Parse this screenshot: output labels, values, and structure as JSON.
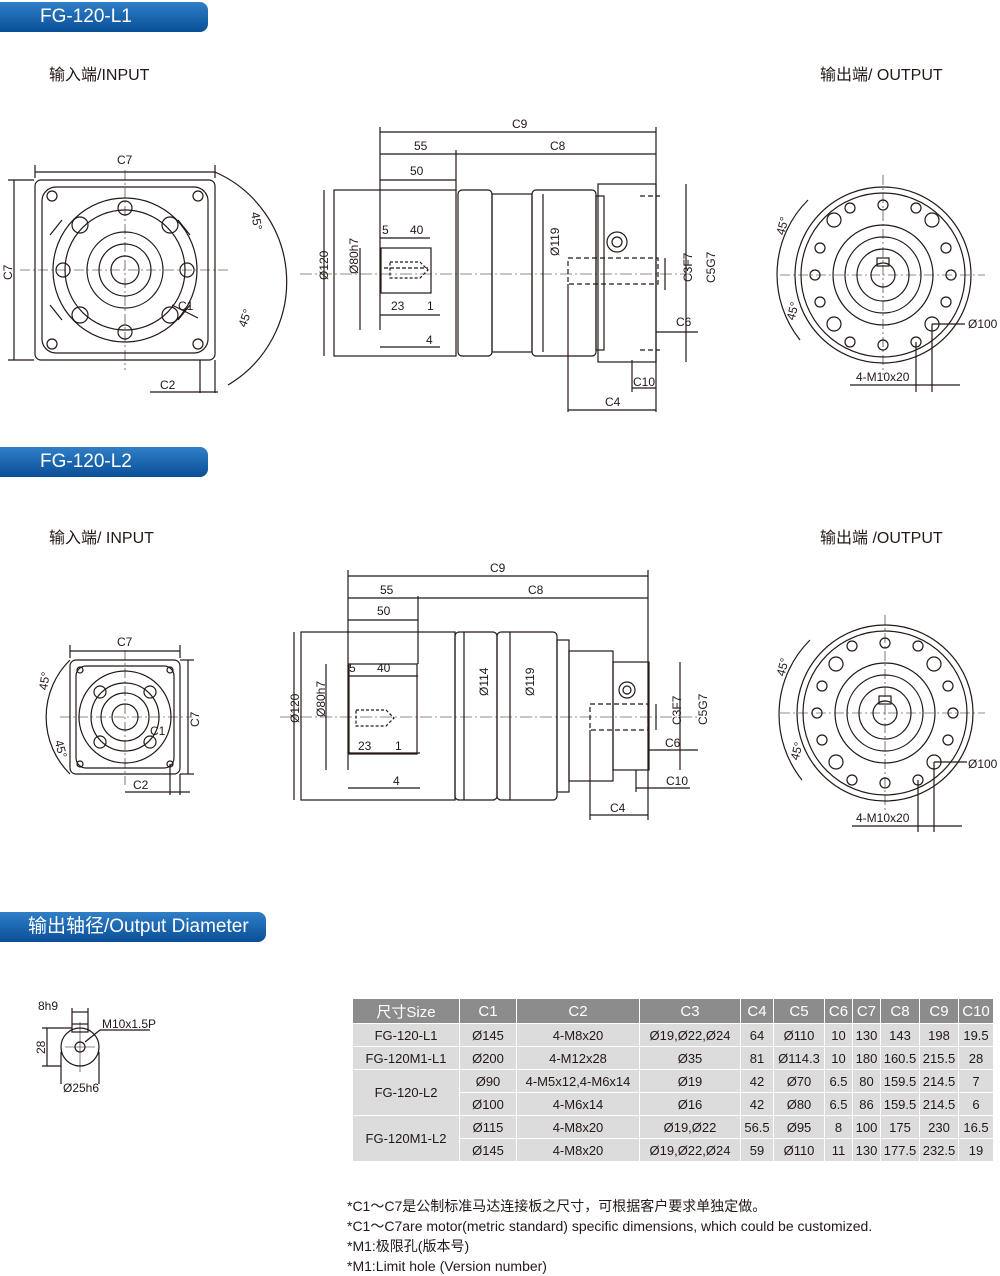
{
  "sections": {
    "l1_title": "FG-120-L1",
    "l2_title": "FG-120-L2",
    "output_title": "输出轴径/Output Diameter"
  },
  "views": {
    "l1_input": "输入端/INPUT",
    "l1_output": "输出端/ OUTPUT",
    "l2_input": "输入端/ INPUT",
    "l2_output": "输出端 /OUTPUT"
  },
  "dims": {
    "C1": "C1",
    "C2": "C2",
    "C3": "C3F7",
    "C4": "C4",
    "C5": "C5G7",
    "C6": "C6",
    "C7": "C7",
    "C8": "C8",
    "C9": "C9",
    "C10": "C10",
    "d55": "55",
    "d50": "50",
    "d40": "40",
    "d5": "5",
    "d23": "23",
    "d1": "1",
    "d4": "4",
    "dia120": "Ø120",
    "dia80": "Ø80h7",
    "dia119": "Ø119",
    "dia114": "Ø114",
    "dia100": "Ø100",
    "angle": "45°",
    "holes": "4-M10x20",
    "key_w": "8h9",
    "thread": "M10x1.5P",
    "key_h": "28",
    "shaft": "Ø25h6"
  },
  "table": {
    "headers": [
      "尺寸Size",
      "C1",
      "C2",
      "C3",
      "C4",
      "C5",
      "C6",
      "C7",
      "C8",
      "C9",
      "C10"
    ],
    "rows": [
      {
        "model": "FG-120-L1",
        "cells": [
          "Ø145",
          "4-M8x20",
          "Ø19,Ø22,Ø24",
          "64",
          "Ø110",
          "10",
          "130",
          "143",
          "198",
          "19.5"
        ]
      },
      {
        "model": "FG-120M1-L1",
        "cells": [
          "Ø200",
          "4-M12x28",
          "Ø35",
          "81",
          "Ø114.3",
          "10",
          "180",
          "160.5",
          "215.5",
          "28"
        ]
      },
      {
        "model": "FG-120-L2",
        "cells": [
          "Ø90",
          "4-M5x12,4-M6x14",
          "Ø19",
          "42",
          "Ø70",
          "6.5",
          "80",
          "159.5",
          "214.5",
          "7"
        ]
      },
      {
        "model": "",
        "cells": [
          "Ø100",
          "4-M6x14",
          "Ø16",
          "42",
          "Ø80",
          "6.5",
          "86",
          "159.5",
          "214.5",
          "6"
        ]
      },
      {
        "model": "FG-120M1-L2",
        "cells": [
          "Ø115",
          "4-M8x20",
          "Ø19,Ø22",
          "56.5",
          "Ø95",
          "8",
          "100",
          "175",
          "230",
          "16.5"
        ]
      },
      {
        "model": "",
        "cells": [
          "Ø145",
          "4-M8x20",
          "Ø19,Ø22,Ø24",
          "59",
          "Ø110",
          "11",
          "130",
          "177.5",
          "232.5",
          "19"
        ]
      }
    ]
  },
  "notes": [
    "*C1～C7是公制标准马达连接板之尺寸，可根据客户要求单独定做。",
    "*C1～C7are motor(metric standard) specific dimensions, which could be customized.",
    "*M1:极限孔(版本号)",
    "*M1:Limit hole (Version number)"
  ]
}
